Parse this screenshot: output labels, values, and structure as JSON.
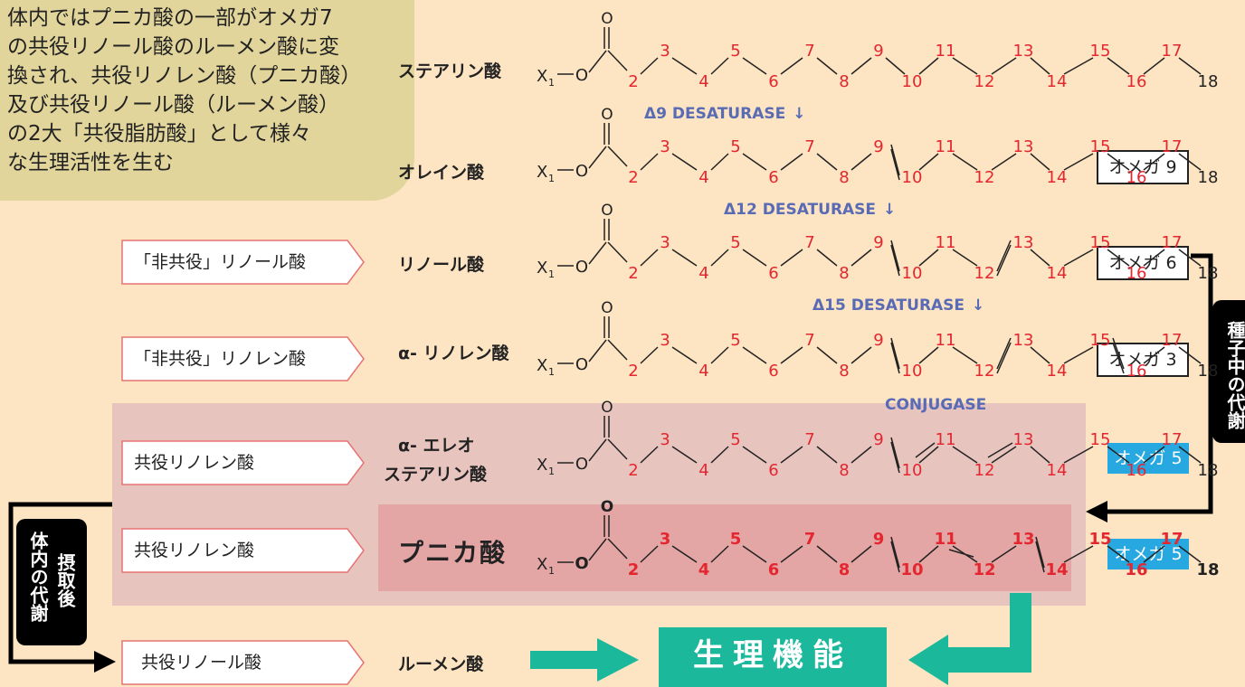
{
  "note": {
    "lines": [
      "体内ではプニカ酸の一部がオメガ7",
      "の共役リノール酸のルーメン酸に変",
      "換され、共役リノレン酸（プニカ酸）",
      "及び共役リノール酸（ルーメン酸）",
      "の2大「共役脂肪酸」として様々",
      "な生理活性を生む"
    ]
  },
  "acids": [
    {
      "name": "ステアリン酸"
    },
    {
      "name": "オレイン酸",
      "omega": "オメガ 9"
    },
    {
      "name": "リノール酸",
      "omega": "オメガ 6",
      "source": "「非共役」リノール酸"
    },
    {
      "name": "α- リノレン酸",
      "omega": "オメガ 3",
      "source": "「非共役」リノレン酸"
    },
    {
      "name_line1": "α- エレオ",
      "name_line2": "ステアリン酸",
      "omega": "オメガ 5",
      "source": "共役リノレン酸"
    },
    {
      "name": "プニカ酸",
      "omega": "オメガ 5",
      "source": "共役リノレン酸"
    },
    {
      "name": "ルーメン酸",
      "source": "共役リノール酸"
    }
  ],
  "enzymes": [
    "Δ9 DESATURASE",
    "Δ12 DESATURASE",
    "Δ15 DESATURASE",
    "CONJUGASE"
  ],
  "enzyme_arrow": "↓",
  "seed_label": "種子中の代謝",
  "body_label": {
    "col1": "体内の代謝",
    "col2": "摂取後"
  },
  "function_label": "生理機能",
  "structure": {
    "o_top": "O",
    "o_ester": "O",
    "x1": "X",
    "x1_sub": "1",
    "dash": "—",
    "numbers": [
      "2",
      "3",
      "4",
      "5",
      "6",
      "7",
      "8",
      "9",
      "10",
      "11",
      "12",
      "13",
      "14",
      "15",
      "16",
      "17",
      "18"
    ]
  },
  "colors": {
    "red": "#e3262f",
    "enzyme": "#5a6bb5",
    "omega5": "#27a8e0",
    "teal": "#1cb89c",
    "background": "#fde4c2",
    "note": "#e2d59b"
  }
}
